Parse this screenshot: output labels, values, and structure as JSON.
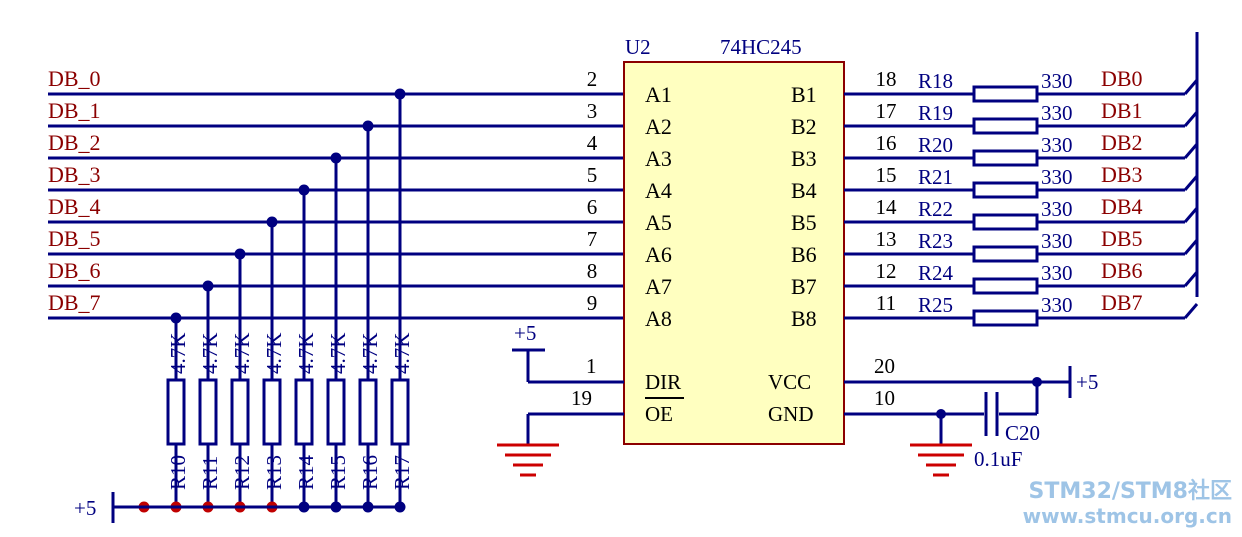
{
  "chip": {
    "designator": "U2",
    "part": "74HC245"
  },
  "left_nets": [
    "DB_0",
    "DB_1",
    "DB_2",
    "DB_3",
    "DB_4",
    "DB_5",
    "DB_6",
    "DB_7"
  ],
  "a_pins": [
    {
      "num": "2",
      "name": "A1"
    },
    {
      "num": "3",
      "name": "A2"
    },
    {
      "num": "4",
      "name": "A3"
    },
    {
      "num": "5",
      "name": "A4"
    },
    {
      "num": "6",
      "name": "A5"
    },
    {
      "num": "7",
      "name": "A6"
    },
    {
      "num": "8",
      "name": "A7"
    },
    {
      "num": "9",
      "name": "A8"
    }
  ],
  "b_pins": [
    {
      "num": "18",
      "name": "B1"
    },
    {
      "num": "17",
      "name": "B2"
    },
    {
      "num": "16",
      "name": "B3"
    },
    {
      "num": "15",
      "name": "B4"
    },
    {
      "num": "14",
      "name": "B5"
    },
    {
      "num": "13",
      "name": "B6"
    },
    {
      "num": "12",
      "name": "B7"
    },
    {
      "num": "11",
      "name": "B8"
    }
  ],
  "ctrl_pins": {
    "dir": {
      "num": "1",
      "name": "DIR"
    },
    "oe": {
      "num": "19",
      "name": "OE"
    },
    "vcc": {
      "num": "20",
      "name": "VCC"
    },
    "gnd": {
      "num": "10",
      "name": "GND"
    }
  },
  "series_resistors": [
    {
      "ref": "R18",
      "value": "330",
      "net": "DB0"
    },
    {
      "ref": "R19",
      "value": "330",
      "net": "DB1"
    },
    {
      "ref": "R20",
      "value": "330",
      "net": "DB2"
    },
    {
      "ref": "R21",
      "value": "330",
      "net": "DB3"
    },
    {
      "ref": "R22",
      "value": "330",
      "net": "DB4"
    },
    {
      "ref": "R23",
      "value": "330",
      "net": "DB5"
    },
    {
      "ref": "R24",
      "value": "330",
      "net": "DB6"
    },
    {
      "ref": "R25",
      "value": "330",
      "net": "DB7"
    }
  ],
  "pullups": [
    {
      "ref": "R10",
      "value": "4.7K"
    },
    {
      "ref": "R11",
      "value": "4.7K"
    },
    {
      "ref": "R12",
      "value": "4.7K"
    },
    {
      "ref": "R13",
      "value": "4.7K"
    },
    {
      "ref": "R14",
      "value": "4.7K"
    },
    {
      "ref": "R15",
      "value": "4.7K"
    },
    {
      "ref": "R16",
      "value": "4.7K"
    },
    {
      "ref": "R17",
      "value": "4.7K"
    }
  ],
  "power": {
    "plus5": "+5"
  },
  "capacitor": {
    "ref": "C20",
    "value": "0.1uF"
  },
  "watermark": {
    "line1": "STM32/STM8社区",
    "line2": "www.stmcu.org.cn"
  }
}
